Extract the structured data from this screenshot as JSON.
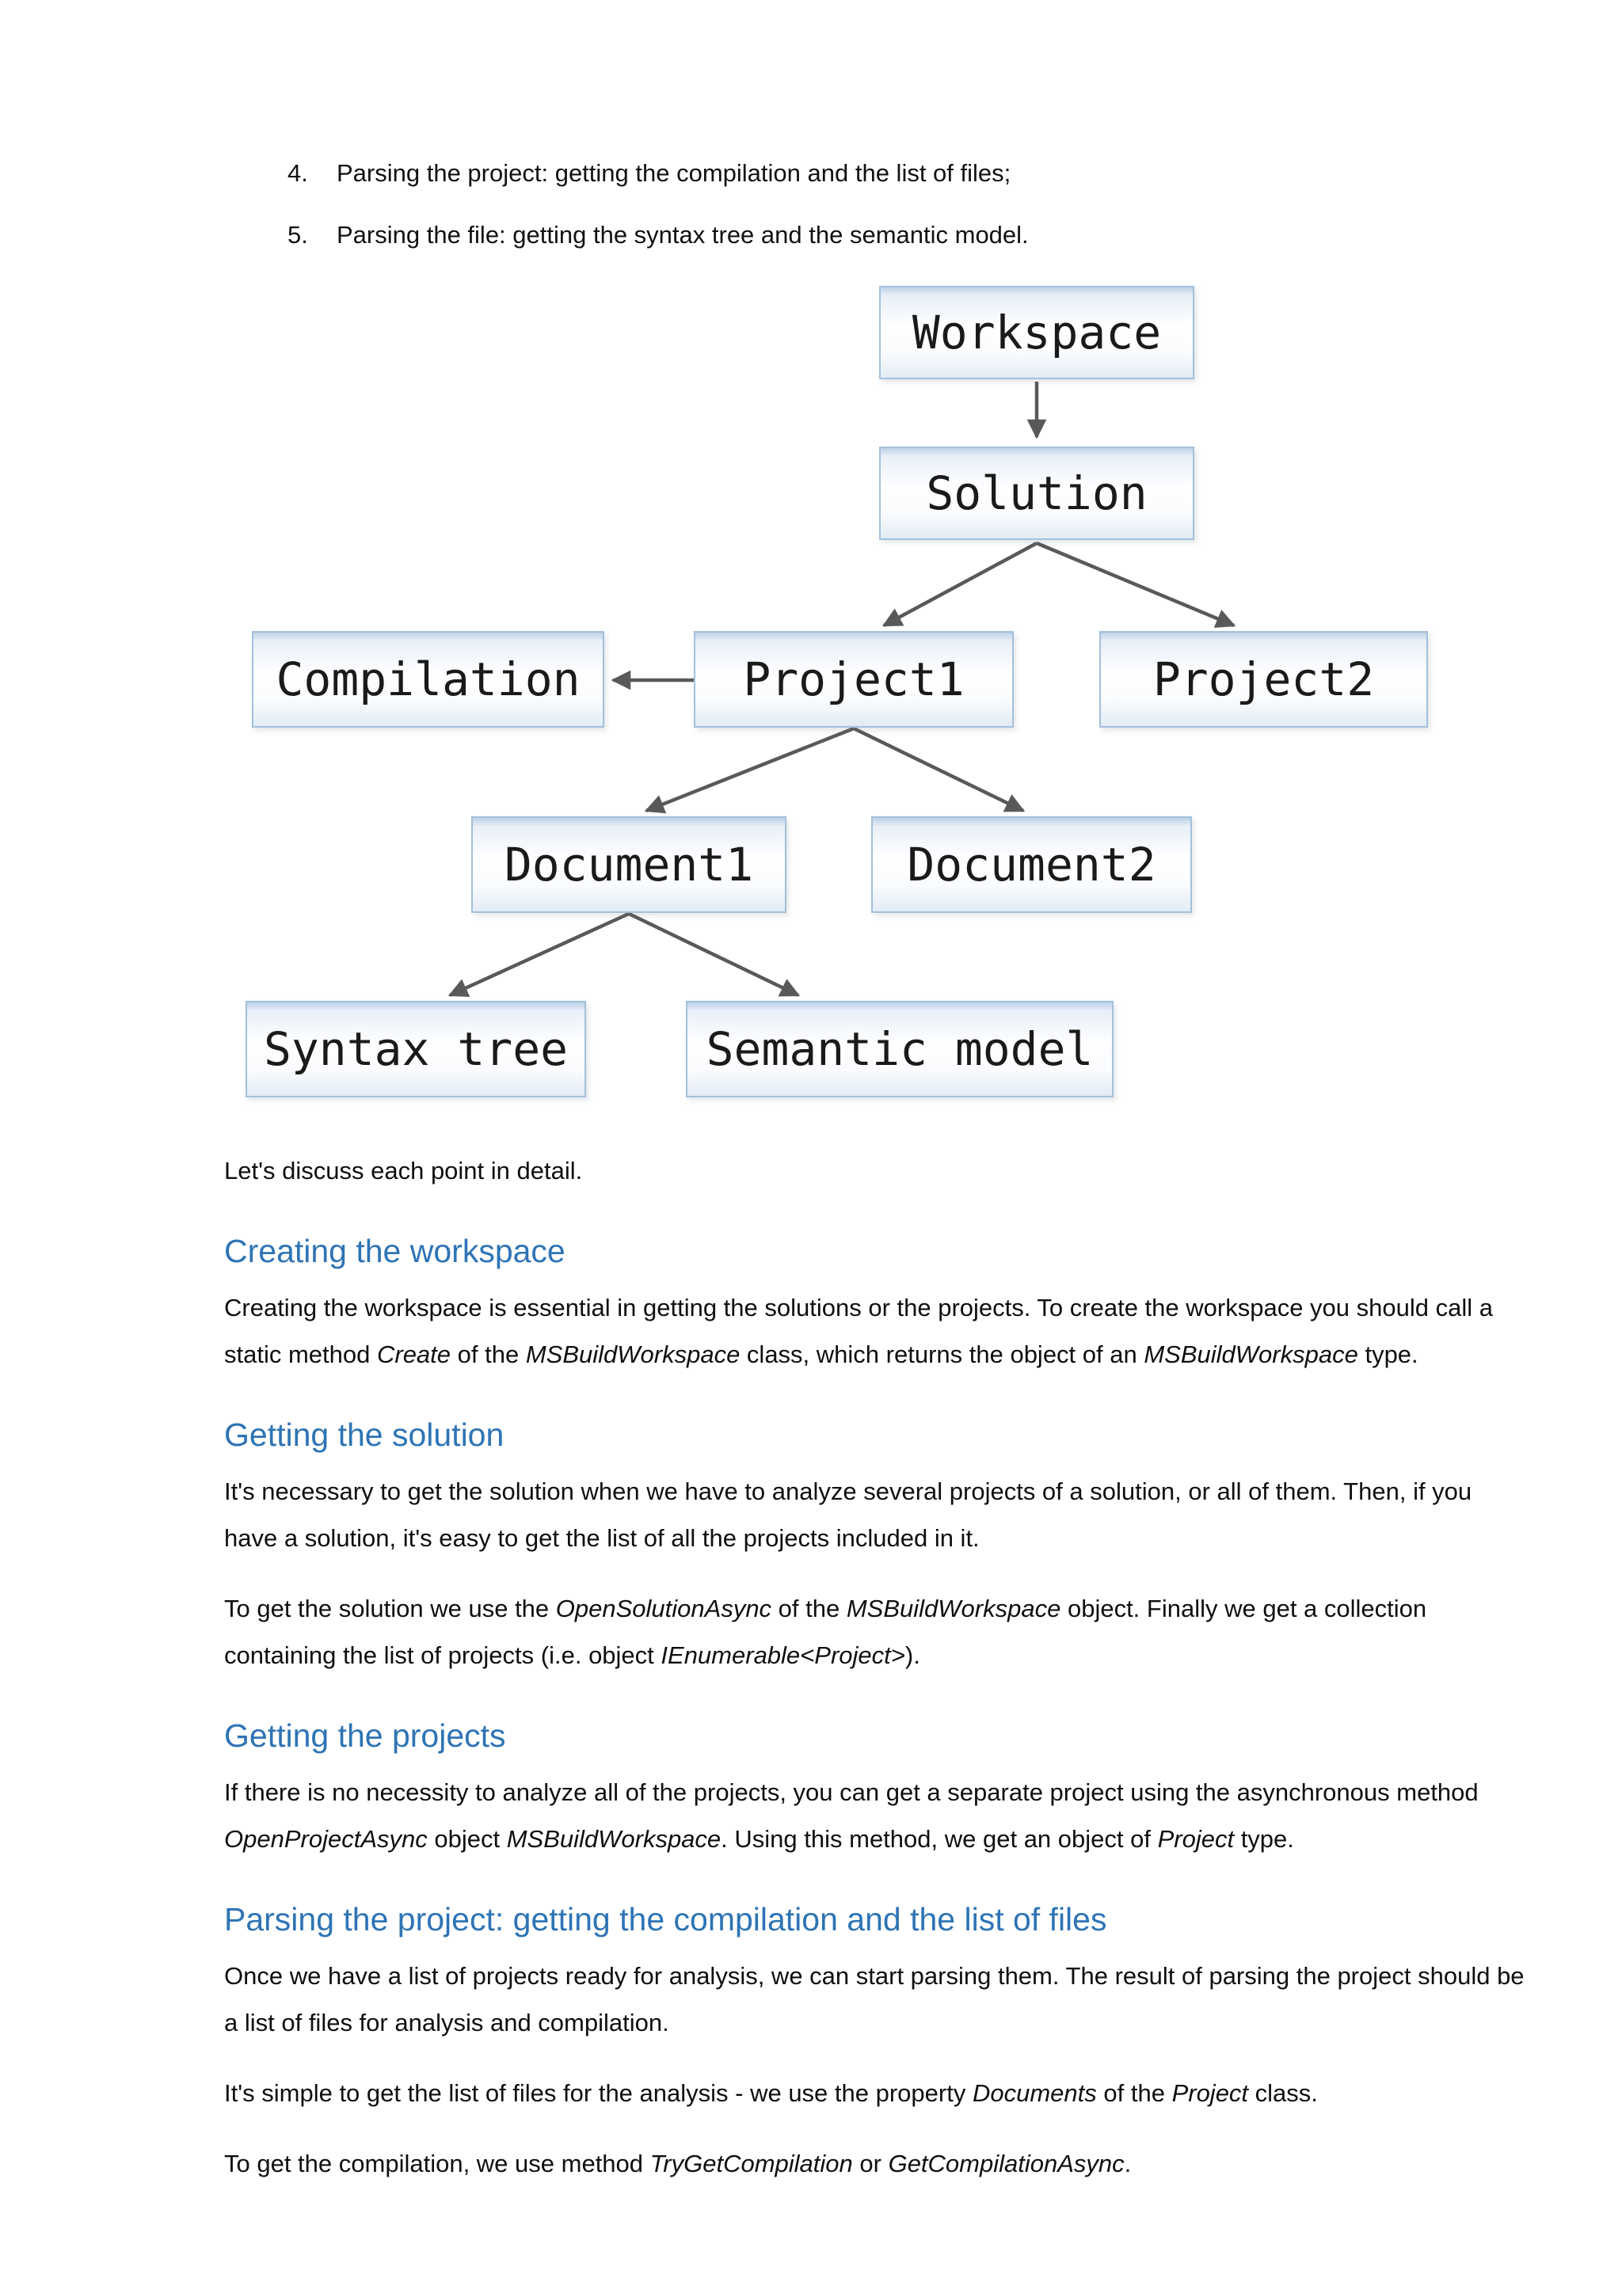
{
  "list": {
    "items": [
      {
        "number": "4.",
        "text": "Parsing the project: getting the compilation and the list of files;"
      },
      {
        "number": "5.",
        "text": "Parsing the file: getting the syntax tree and the semantic model."
      }
    ]
  },
  "diagram": {
    "nodes": {
      "workspace": "Workspace",
      "solution": "Solution",
      "compilation": "Compilation",
      "project1": "Project1",
      "project2": "Project2",
      "document1": "Document1",
      "document2": "Document2",
      "syntax_tree": "Syntax tree",
      "semantic_model": "Semantic model"
    },
    "edges": [
      {
        "from": "workspace",
        "to": "solution"
      },
      {
        "from": "solution",
        "to": "project1"
      },
      {
        "from": "solution",
        "to": "project2"
      },
      {
        "from": "project1",
        "to": "compilation"
      },
      {
        "from": "project1",
        "to": "document1"
      },
      {
        "from": "project1",
        "to": "document2"
      },
      {
        "from": "document1",
        "to": "syntax_tree"
      },
      {
        "from": "document1",
        "to": "semantic_model"
      }
    ],
    "colors": {
      "box_border": "#a3c0dc",
      "box_text": "#1a1a1a",
      "arrow": "#595959"
    }
  },
  "intro": {
    "text": "Let's discuss each point in detail."
  },
  "accent_color": "#2e74b5",
  "sections": [
    {
      "heading": "Creating the workspace",
      "paragraphs": [
        {
          "runs": [
            "Creating the workspace is essential in getting the solutions or the projects. To create the workspace you should call a static method ",
            "Create",
            " of the ",
            "MSBuildWorkspace",
            " class, which returns the object of an ",
            "MSBuildWorkspace",
            " type."
          ]
        }
      ]
    },
    {
      "heading": "Getting the solution",
      "paragraphs": [
        {
          "runs": [
            "It's necessary to get the solution when we have to analyze several projects of a solution, or all of them. Then, if you have a solution, it's easy to get the list of all the projects included in it."
          ]
        },
        {
          "runs": [
            "To get the solution we use the ",
            "OpenSolutionAsync",
            " of the ",
            "MSBuildWorkspace",
            " object. Finally we get a collection containing the list of projects (i.e. object ",
            "IEnumerable<Project>",
            ")."
          ]
        }
      ]
    },
    {
      "heading": "Getting the projects",
      "paragraphs": [
        {
          "runs": [
            "If there is no necessity to analyze all of the projects, you can get a separate project using the asynchronous method ",
            "OpenProjectAsync",
            " object ",
            "MSBuildWorkspace",
            ". Using this method, we get an object of ",
            "Project",
            " type."
          ]
        }
      ]
    },
    {
      "heading": "Parsing the project: getting the compilation and the list of files",
      "paragraphs": [
        {
          "runs": [
            "Once we have a list of projects ready for analysis, we can start parsing them. The result of parsing the project should be a list of files for analysis and compilation."
          ]
        },
        {
          "runs": [
            "It's simple to get the list of files for the analysis - we use the property ",
            "Documents",
            " of the ",
            "Project",
            " class."
          ]
        },
        {
          "runs": [
            "To get the compilation, we use method ",
            "TryGetCompilation",
            " or ",
            "GetCompilationAsync",
            "."
          ]
        }
      ]
    }
  ]
}
